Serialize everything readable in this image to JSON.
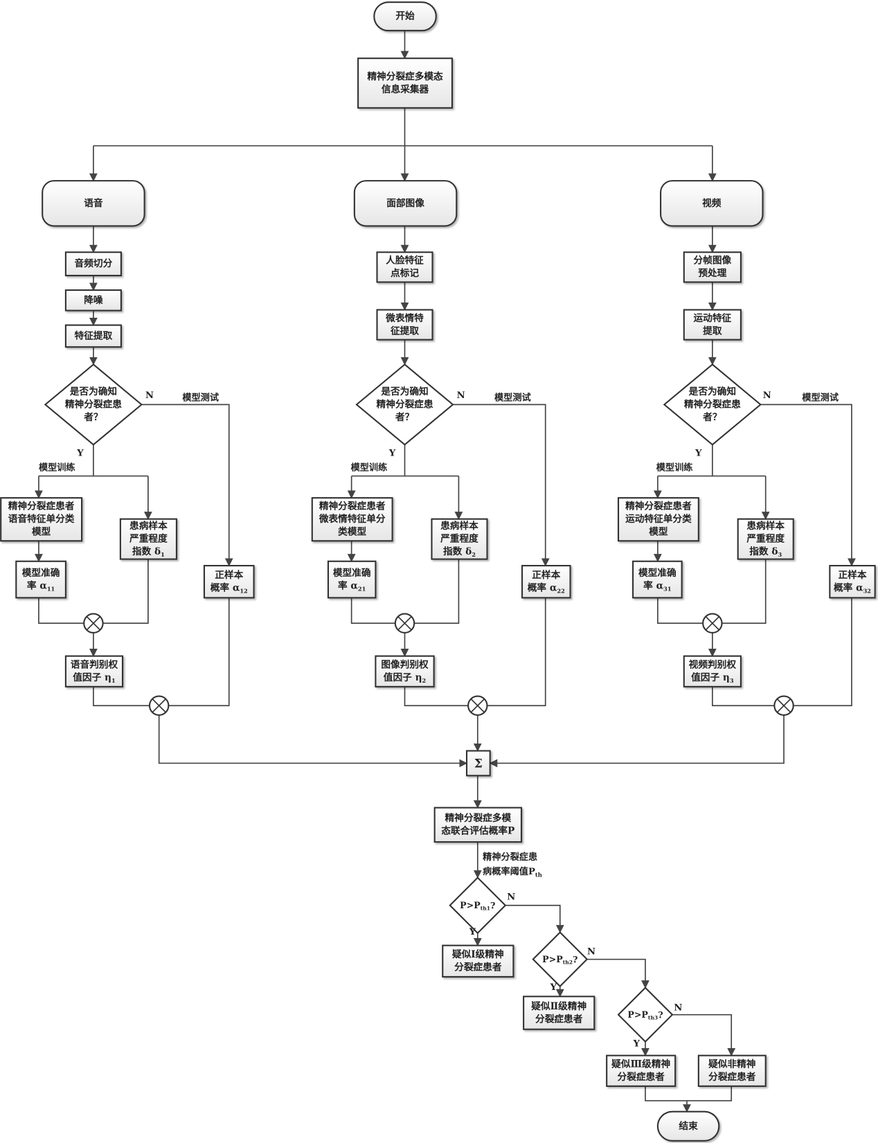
{
  "nodes": [
    {
      "id": "start",
      "type": "terminal",
      "lines": [
        {
          "t": "开始"
        }
      ]
    },
    {
      "id": "collector",
      "type": "box",
      "lines": [
        {
          "t": "精神分裂症多模态"
        },
        {
          "t": "信息采集器"
        }
      ]
    },
    {
      "id": "voice",
      "type": "rbox",
      "lines": [
        {
          "t": "语音"
        }
      ]
    },
    {
      "id": "face",
      "type": "rbox",
      "lines": [
        {
          "t": "面部图像"
        }
      ]
    },
    {
      "id": "video",
      "type": "rbox",
      "lines": [
        {
          "t": "视频"
        }
      ]
    },
    {
      "id": "v_cut",
      "type": "box",
      "lines": [
        {
          "t": "音频切分"
        }
      ]
    },
    {
      "id": "v_noise",
      "type": "box",
      "lines": [
        {
          "t": "降噪"
        }
      ]
    },
    {
      "id": "v_feat",
      "type": "box",
      "lines": [
        {
          "t": "特征提取"
        }
      ]
    },
    {
      "id": "v_dec",
      "type": "diamond",
      "lines": [
        {
          "t": "是否为确知"
        },
        {
          "t": "精神分裂症患"
        },
        {
          "t": "者？"
        }
      ]
    },
    {
      "id": "v_model",
      "type": "box",
      "lines": [
        {
          "t": "精神分裂症患者"
        },
        {
          "t": "语音特征单分类"
        },
        {
          "t": "模型"
        }
      ]
    },
    {
      "id": "v_sev",
      "type": "box",
      "lines": [
        {
          "t": "患病样本"
        },
        {
          "t": "严重程度"
        },
        {
          "t": "指数 δ",
          "sub": "1"
        }
      ]
    },
    {
      "id": "v_acc",
      "type": "box",
      "lines": [
        {
          "t": "模型准确"
        },
        {
          "t": "率 α",
          "sub": "11"
        }
      ]
    },
    {
      "id": "v_pos",
      "type": "box",
      "lines": [
        {
          "t": "正样本"
        },
        {
          "t": "概率 α",
          "sub": "12"
        }
      ]
    },
    {
      "id": "v_mul1",
      "type": "circle",
      "lines": []
    },
    {
      "id": "v_w",
      "type": "box",
      "lines": [
        {
          "t": "语音判别权"
        },
        {
          "t": "值因子 η",
          "sub": "1"
        }
      ]
    },
    {
      "id": "v_mul2",
      "type": "circle",
      "lines": []
    },
    {
      "id": "f_mark",
      "type": "box",
      "lines": [
        {
          "t": "人脸特征"
        },
        {
          "t": "点标记"
        }
      ]
    },
    {
      "id": "f_feat",
      "type": "box",
      "lines": [
        {
          "t": "微表情特"
        },
        {
          "t": "征提取"
        }
      ]
    },
    {
      "id": "f_dec",
      "type": "diamond",
      "lines": [
        {
          "t": "是否为确知"
        },
        {
          "t": "精神分裂症患"
        },
        {
          "t": "者？"
        }
      ]
    },
    {
      "id": "f_model",
      "type": "box",
      "lines": [
        {
          "t": "精神分裂症患者"
        },
        {
          "t": "微表情特征单分"
        },
        {
          "t": "类模型"
        }
      ]
    },
    {
      "id": "f_sev",
      "type": "box",
      "lines": [
        {
          "t": "患病样本"
        },
        {
          "t": "严重程度"
        },
        {
          "t": "指数 δ",
          "sub": "2"
        }
      ]
    },
    {
      "id": "f_acc",
      "type": "box",
      "lines": [
        {
          "t": "模型准确"
        },
        {
          "t": "率 α",
          "sub": "21"
        }
      ]
    },
    {
      "id": "f_pos",
      "type": "box",
      "lines": [
        {
          "t": "正样本"
        },
        {
          "t": "概率 α",
          "sub": "22"
        }
      ]
    },
    {
      "id": "f_mul1",
      "type": "circle",
      "lines": []
    },
    {
      "id": "f_w",
      "type": "box",
      "lines": [
        {
          "t": "图像判别权"
        },
        {
          "t": "值因子 η",
          "sub": "2"
        }
      ]
    },
    {
      "id": "f_mul2",
      "type": "circle",
      "lines": []
    },
    {
      "id": "m_pre",
      "type": "box",
      "lines": [
        {
          "t": "分帧图像"
        },
        {
          "t": "预处理"
        }
      ]
    },
    {
      "id": "m_feat",
      "type": "box",
      "lines": [
        {
          "t": "运动特征"
        },
        {
          "t": "提取"
        }
      ]
    },
    {
      "id": "m_dec",
      "type": "diamond",
      "lines": [
        {
          "t": "是否为确知"
        },
        {
          "t": "精神分裂症患"
        },
        {
          "t": "者？"
        }
      ]
    },
    {
      "id": "m_model",
      "type": "box",
      "lines": [
        {
          "t": "精神分裂症患者"
        },
        {
          "t": "运动特征单分类"
        },
        {
          "t": "模型"
        }
      ]
    },
    {
      "id": "m_sev",
      "type": "box",
      "lines": [
        {
          "t": "患病样本"
        },
        {
          "t": "严重程度"
        },
        {
          "t": "指数 δ",
          "sub": "3"
        }
      ]
    },
    {
      "id": "m_acc",
      "type": "box",
      "lines": [
        {
          "t": "模型准确"
        },
        {
          "t": "率 α",
          "sub": "31"
        }
      ]
    },
    {
      "id": "m_pos",
      "type": "box",
      "lines": [
        {
          "t": "正样本"
        },
        {
          "t": "概率 α",
          "sub": "32"
        }
      ]
    },
    {
      "id": "m_mul1",
      "type": "circle",
      "lines": []
    },
    {
      "id": "m_w",
      "type": "box",
      "lines": [
        {
          "t": "视频判别权"
        },
        {
          "t": "值因子 η",
          "sub": "3"
        }
      ]
    },
    {
      "id": "m_mul2",
      "type": "circle",
      "lines": []
    },
    {
      "id": "sum",
      "type": "box",
      "lines": [
        {
          "t": "Σ"
        }
      ]
    },
    {
      "id": "joint",
      "type": "box",
      "lines": [
        {
          "t": "精神分裂症多模"
        },
        {
          "t": "态联合评估概率P"
        }
      ]
    },
    {
      "id": "d1",
      "type": "diamond",
      "lines": [
        {
          "t": "P>P",
          "sub": "th1",
          "after": "?"
        }
      ]
    },
    {
      "id": "r1",
      "type": "box",
      "lines": [
        {
          "t": "疑似Ⅰ级精神"
        },
        {
          "t": "分裂症患者"
        }
      ]
    },
    {
      "id": "d2",
      "type": "diamond",
      "lines": [
        {
          "t": "P>P",
          "sub": "th2",
          "after": "?"
        }
      ]
    },
    {
      "id": "r2",
      "type": "box",
      "lines": [
        {
          "t": "疑似Ⅱ级精神"
        },
        {
          "t": "分裂症患者"
        }
      ]
    },
    {
      "id": "d3",
      "type": "diamond",
      "lines": [
        {
          "t": "P>P",
          "sub": "th3",
          "after": "?"
        }
      ]
    },
    {
      "id": "r3",
      "type": "box",
      "lines": [
        {
          "t": "疑似Ⅲ级精神"
        },
        {
          "t": "分裂症患者"
        }
      ]
    },
    {
      "id": "r4",
      "type": "box",
      "lines": [
        {
          "t": "疑似非精神"
        },
        {
          "t": "分裂症患者"
        }
      ]
    },
    {
      "id": "end",
      "type": "terminal",
      "lines": [
        {
          "t": "结束"
        }
      ]
    }
  ],
  "labels": [
    {
      "id": "v_n",
      "t": "N"
    },
    {
      "id": "v_test",
      "t": "模型测试"
    },
    {
      "id": "v_y",
      "t": "Y"
    },
    {
      "id": "v_train",
      "t": "模型训练"
    },
    {
      "id": "f_n",
      "t": "N"
    },
    {
      "id": "f_test",
      "t": "模型测试"
    },
    {
      "id": "f_y",
      "t": "Y"
    },
    {
      "id": "f_train",
      "t": "模型训练"
    },
    {
      "id": "m_n",
      "t": "N"
    },
    {
      "id": "m_test",
      "t": "模型测试"
    },
    {
      "id": "m_y",
      "t": "Y"
    },
    {
      "id": "m_train",
      "t": "模型训练"
    },
    {
      "id": "th1",
      "t": "精神分裂症患"
    },
    {
      "id": "th2",
      "t": "病概率阈值P",
      "sub": "th"
    },
    {
      "id": "d1_n",
      "t": "N"
    },
    {
      "id": "d1_y",
      "t": "Y"
    },
    {
      "id": "d2_n",
      "t": "N"
    },
    {
      "id": "d2_y",
      "t": "Y"
    },
    {
      "id": "d3_n",
      "t": "N"
    },
    {
      "id": "d3_y",
      "t": "Y"
    }
  ]
}
